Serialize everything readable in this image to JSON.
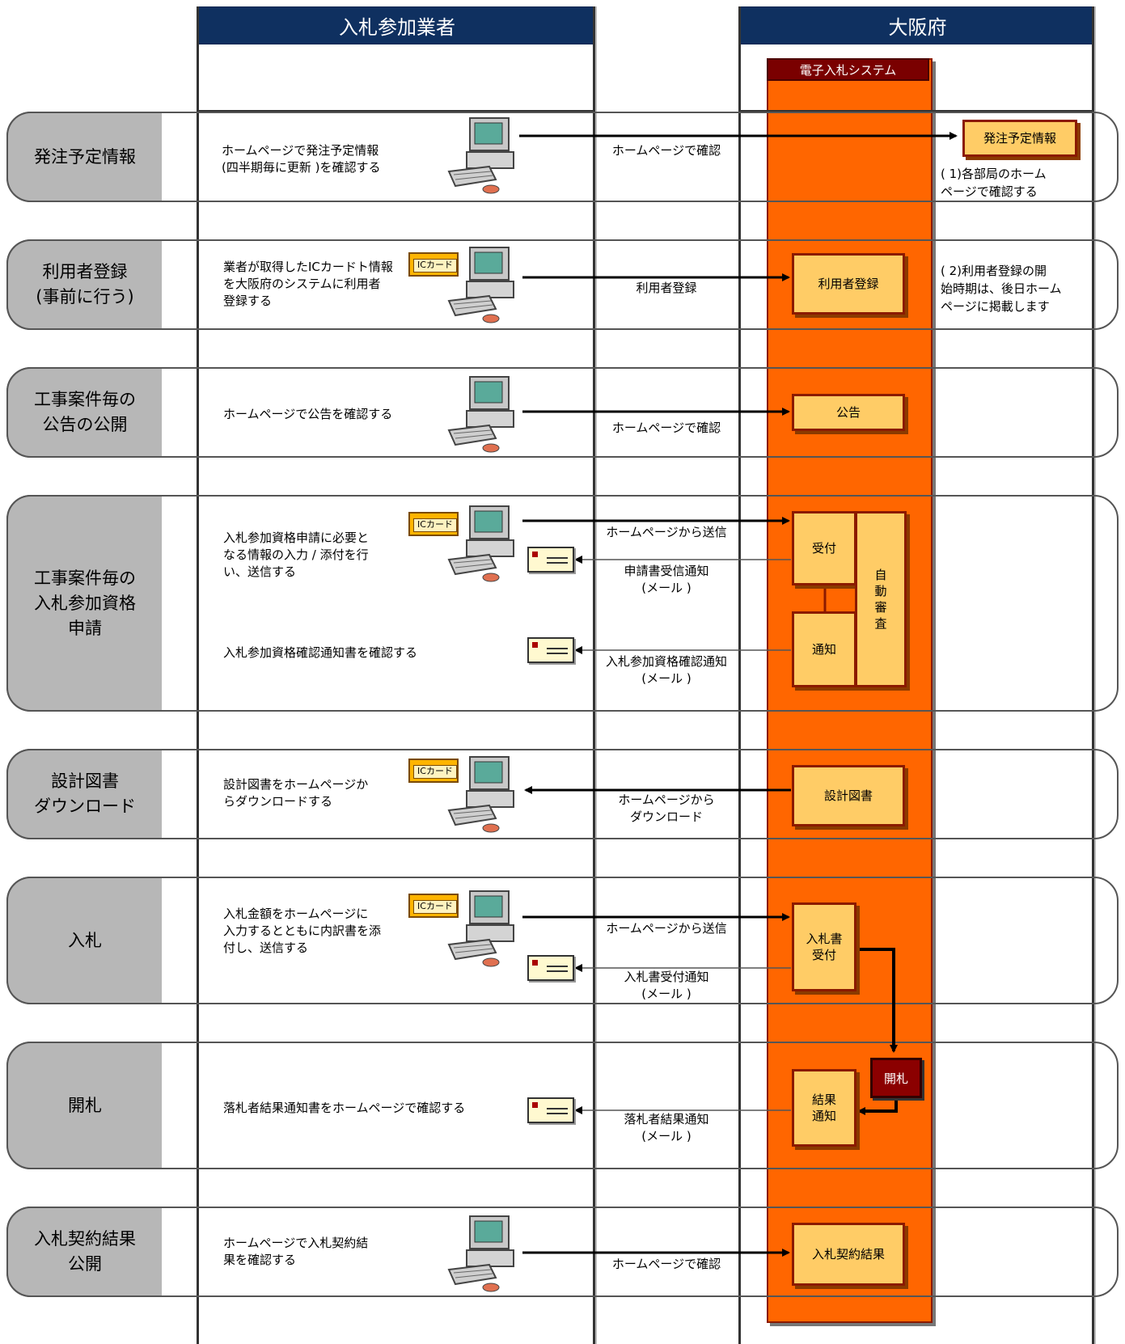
{
  "lanes": {
    "vendor": "入札参加業者",
    "osaka": "大阪府",
    "system": "電子入札システム"
  },
  "rows": [
    {
      "label": "発注予定情報",
      "vendor_text": "ホームページで発注予定情報\n(四半期毎に更新 )を確認する",
      "arrow1": "ホームページで確認",
      "box": "発注予定情報",
      "note": "( 1)各部局のホーム\nページで確認する"
    },
    {
      "label": "利用者登録\n(事前に行う)",
      "vendor_text": "業者が取得したICカードト情報\nを大阪府のシステムに利用者\n登録する",
      "arrow1": "利用者登録",
      "box": "利用者登録",
      "note": "( 2)利用者登録の開\n始時期は、後日ホーム\nページに掲載します"
    },
    {
      "label": "工事案件毎の\n公告の公開",
      "vendor_text": "ホームページで公告を確認する",
      "arrow1": "ホームページで確認",
      "box": "公告"
    },
    {
      "label": "工事案件毎の\n入札参加資格\n申請",
      "vendor_text": "入札参加資格申請に必要と\nなる情報の入力 / 添付を行\n い、送信する",
      "vendor_text2": "入札参加資格確認通知書を確認する",
      "arrow1": "ホームページから送信",
      "arrow2": "申請書受信通知\n(メール )",
      "arrow3": "入札参加資格確認通知\n(メール )",
      "box": "受付",
      "box2": "通知",
      "box3": "自\n動\n審\n査"
    },
    {
      "label": "設計図書\nダウンロード",
      "vendor_text": "設計図書をホームページか\nらダウンロードする",
      "arrow1": "ホームページから\nダウンロード",
      "box": "設計図書"
    },
    {
      "label": "入札",
      "vendor_text": "入札金額をホームページに\n入力するとともに内訳書を添\n付し、送信する",
      "arrow1": "ホームページから送信",
      "arrow2": "入札書受付通知\n(メール )",
      "box": "入札書\n受付"
    },
    {
      "label": "開札",
      "vendor_text": "落札者結果通知書をホームページで確認する",
      "arrow1": "落札者結果通知\n(メール )",
      "box": "結果\n通知",
      "box_red": "開札"
    },
    {
      "label": "入札契約結果\n公開",
      "vendor_text": "ホームページで入札契約結\n果を確認する",
      "arrow1": "ホームページで確認",
      "box": "入札契約結果"
    }
  ],
  "ic_card": "ICカード",
  "icons": {
    "computer": "computer-icon",
    "mail": "mail-icon",
    "card": "ic-card-icon"
  },
  "colors": {
    "lane_header": "#0f3060",
    "system_column": "#ff6600",
    "box_fill": "#ffcc66",
    "row_label": "#b7b7b7",
    "red_box": "#8b0000"
  }
}
